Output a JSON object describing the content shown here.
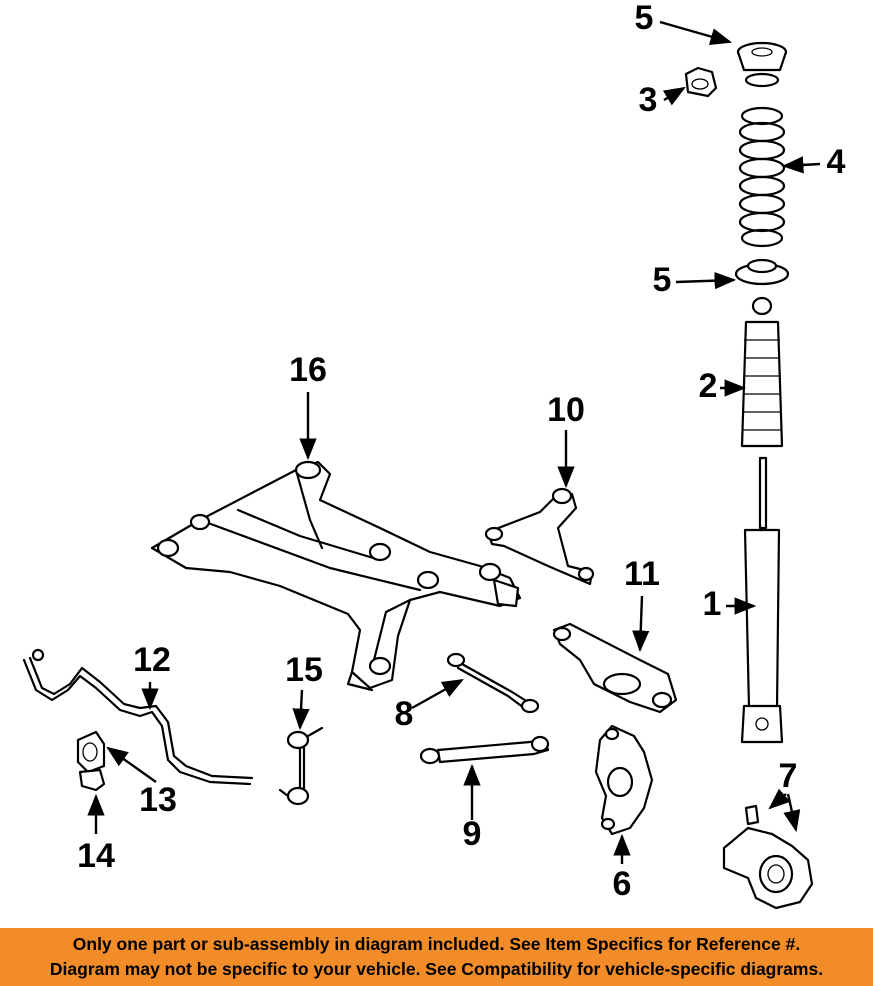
{
  "diagram": {
    "callouts": [
      {
        "id": "5a",
        "label": "5"
      },
      {
        "id": "3",
        "label": "3"
      },
      {
        "id": "4",
        "label": "4"
      },
      {
        "id": "5b",
        "label": "5"
      },
      {
        "id": "2",
        "label": "2"
      },
      {
        "id": "16",
        "label": "16"
      },
      {
        "id": "10",
        "label": "10"
      },
      {
        "id": "11",
        "label": "11"
      },
      {
        "id": "1",
        "label": "1"
      },
      {
        "id": "12",
        "label": "12"
      },
      {
        "id": "15",
        "label": "15"
      },
      {
        "id": "8",
        "label": "8"
      },
      {
        "id": "13",
        "label": "13"
      },
      {
        "id": "9",
        "label": "9"
      },
      {
        "id": "7",
        "label": "7"
      },
      {
        "id": "14",
        "label": "14"
      },
      {
        "id": "6",
        "label": "6"
      }
    ]
  },
  "notice": {
    "line1": "Only one part or sub-assembly in diagram included. See Item Specifics for Reference #.",
    "line2": "Diagram may not be specific to your vehicle. See Compatibility for vehicle-specific diagrams.",
    "background": "#f28c28"
  }
}
